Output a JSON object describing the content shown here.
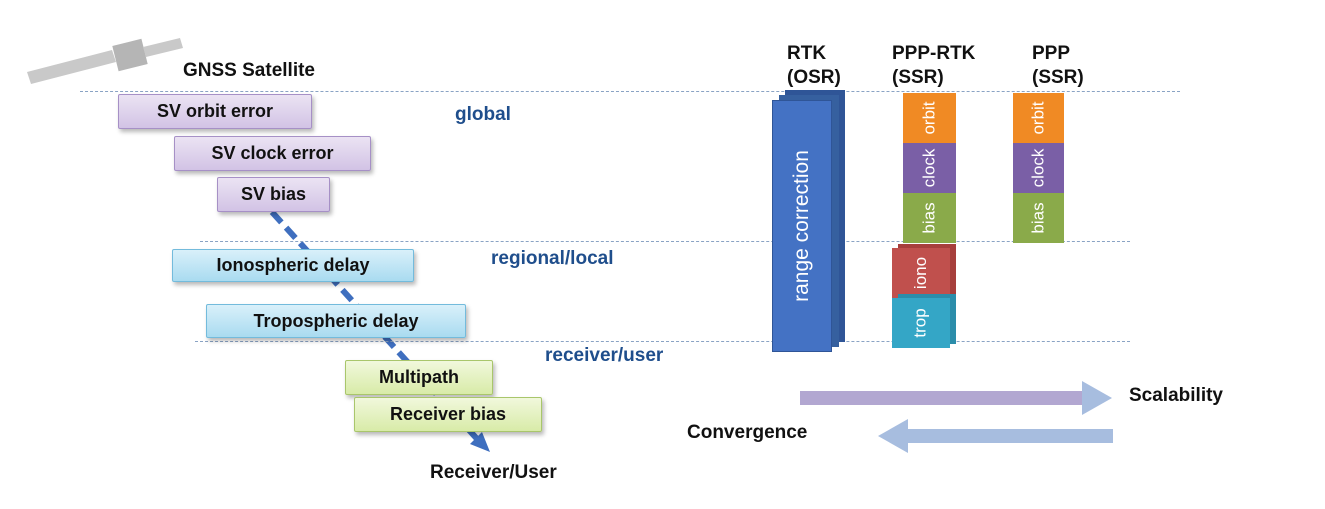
{
  "source": {
    "title": "GNSS Satellite"
  },
  "destination": {
    "title": "Receiver/User"
  },
  "zones": {
    "global": "global",
    "regional": "regional/local",
    "receiver": "receiver/user"
  },
  "errors": [
    {
      "label": "SV orbit error",
      "group": "global",
      "color": "purple"
    },
    {
      "label": "SV clock error",
      "group": "global",
      "color": "purple"
    },
    {
      "label": "SV bias",
      "group": "global",
      "color": "purple"
    },
    {
      "label": "Ionospheric delay",
      "group": "regional",
      "color": "blue"
    },
    {
      "label": "Tropospheric delay",
      "group": "regional",
      "color": "blue"
    },
    {
      "label": "Multipath",
      "group": "receiver",
      "color": "green"
    },
    {
      "label": "Receiver bias",
      "group": "receiver",
      "color": "green"
    }
  ],
  "methods": [
    {
      "name": "RTK",
      "sub": "(OSR)",
      "segments": [
        {
          "label": "range correction",
          "color": "#4472c4"
        }
      ]
    },
    {
      "name": "PPP-RTK",
      "sub": "(SSR)",
      "segments": [
        {
          "label": "orbit",
          "color": "#f08a24"
        },
        {
          "label": "clock",
          "color": "#7a5fa6"
        },
        {
          "label": "bias",
          "color": "#8aaa4a"
        },
        {
          "label": "iono",
          "color": "#c0504d"
        },
        {
          "label": "trop",
          "color": "#34a6c6"
        }
      ]
    },
    {
      "name": "PPP",
      "sub": "(SSR)",
      "segments": [
        {
          "label": "orbit",
          "color": "#f08a24"
        },
        {
          "label": "clock",
          "color": "#7a5fa6"
        },
        {
          "label": "bias",
          "color": "#8aaa4a"
        }
      ]
    }
  ],
  "arrows": {
    "scalability": "Scalability",
    "convergence": "Convergence"
  },
  "colors": {
    "zone_text": "#1f4e8c",
    "dashed_line": "#8aa3c4",
    "signal_path": "#3f6fbf",
    "arrow_right": "#b2a7d1",
    "arrow_left": "#a7bddf"
  }
}
